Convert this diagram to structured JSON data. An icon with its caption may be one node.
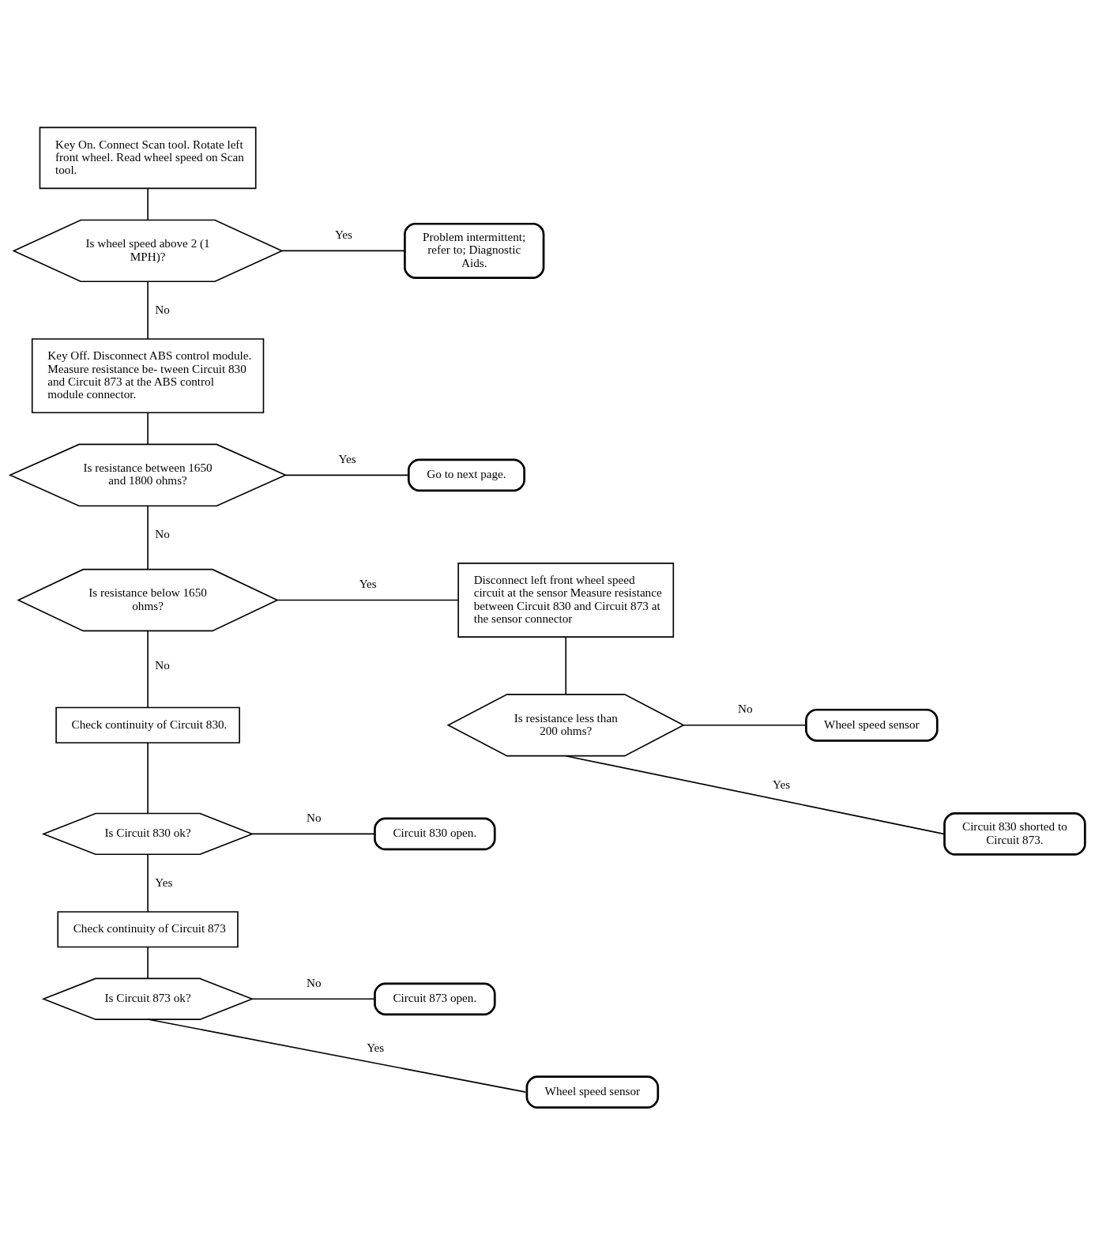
{
  "diagram": {
    "nodes": [
      {
        "text": [
          "Key On. Connect Scan tool. Rotate left front wheel. Read wheel speed on Scan tool."
        ]
      },
      {
        "text": [
          "Is wheel speed above 2 (1 MPH)?"
        ]
      },
      {
        "text": [
          "Problem intermittent; refer to; Diagnostic Aids."
        ]
      },
      {
        "text": [
          "Key Off. Disconnect ABS control module. Measure resistance be- tween Circuit 830 and Circuit 873 at the ABS control module connector."
        ]
      },
      {
        "text": [
          "Is resistance between 1650 and 1800 ohms?"
        ]
      },
      {
        "text": [
          "Go to next page."
        ]
      },
      {
        "text": [
          "Is resistance below 1650 ohms?"
        ]
      },
      {
        "text": [
          "Disconnect left front wheel speed circuit at the sensor Measure resistance between Circuit 830 and Circuit 873 at the sensor connector"
        ]
      },
      {
        "text": [
          "Is resistance less than 200 ohms?"
        ]
      },
      {
        "text": [
          "Wheel speed sensor"
        ]
      },
      {
        "text": [
          "Circuit 830 shorted to Circuit 873."
        ]
      },
      {
        "text": [
          "Check continuity of Circuit 830."
        ]
      },
      {
        "text": [
          "Is Circuit 830 ok?"
        ]
      },
      {
        "text": [
          "Circuit 830 open."
        ]
      },
      {
        "text": [
          "Check continuity of Circuit 873"
        ]
      },
      {
        "text": [
          "Is Circuit 873 ok?"
        ]
      },
      {
        "text": [
          "Circuit 873 open."
        ]
      },
      {
        "text": [
          "Wheel speed sensor"
        ]
      }
    ],
    "edges": [
      {
        "from": 0,
        "to": 1,
        "arrow": "none"
      },
      {
        "from": 1,
        "to": 2,
        "arrow": "none",
        "label": "Yes"
      },
      {
        "from": 1,
        "to": 3,
        "arrow": "none",
        "label": "No"
      },
      {
        "from": 3,
        "to": 4,
        "arrow": "none"
      },
      {
        "from": 4,
        "to": 5,
        "arrow": "none",
        "label": "Yes"
      },
      {
        "from": 4,
        "to": 6,
        "arrow": "none",
        "label": "No"
      },
      {
        "from": 6,
        "to": 7,
        "arrow": "none",
        "label": "Yes"
      },
      {
        "from": 6,
        "to": 11,
        "arrow": "none",
        "label": "No"
      },
      {
        "from": 7,
        "to": 8,
        "arrow": "none"
      },
      {
        "from": 8,
        "to": 9,
        "arrow": "none",
        "label": "No"
      },
      {
        "from": 8,
        "to": 10,
        "arrow": "none",
        "label": "Yes"
      },
      {
        "from": 11,
        "to": 12,
        "arrow": "none"
      },
      {
        "from": 12,
        "to": 13,
        "arrow": "none",
        "label": "No"
      },
      {
        "from": 12,
        "to": 14,
        "arrow": "none",
        "label": "Yes"
      },
      {
        "from": 14,
        "to": 15,
        "arrow": "none"
      },
      {
        "from": 15,
        "to": 16,
        "arrow": "none",
        "label": "No"
      },
      {
        "from": 15,
        "to": 17,
        "arrow": "none",
        "label": "Yes"
      }
    ]
  }
}
